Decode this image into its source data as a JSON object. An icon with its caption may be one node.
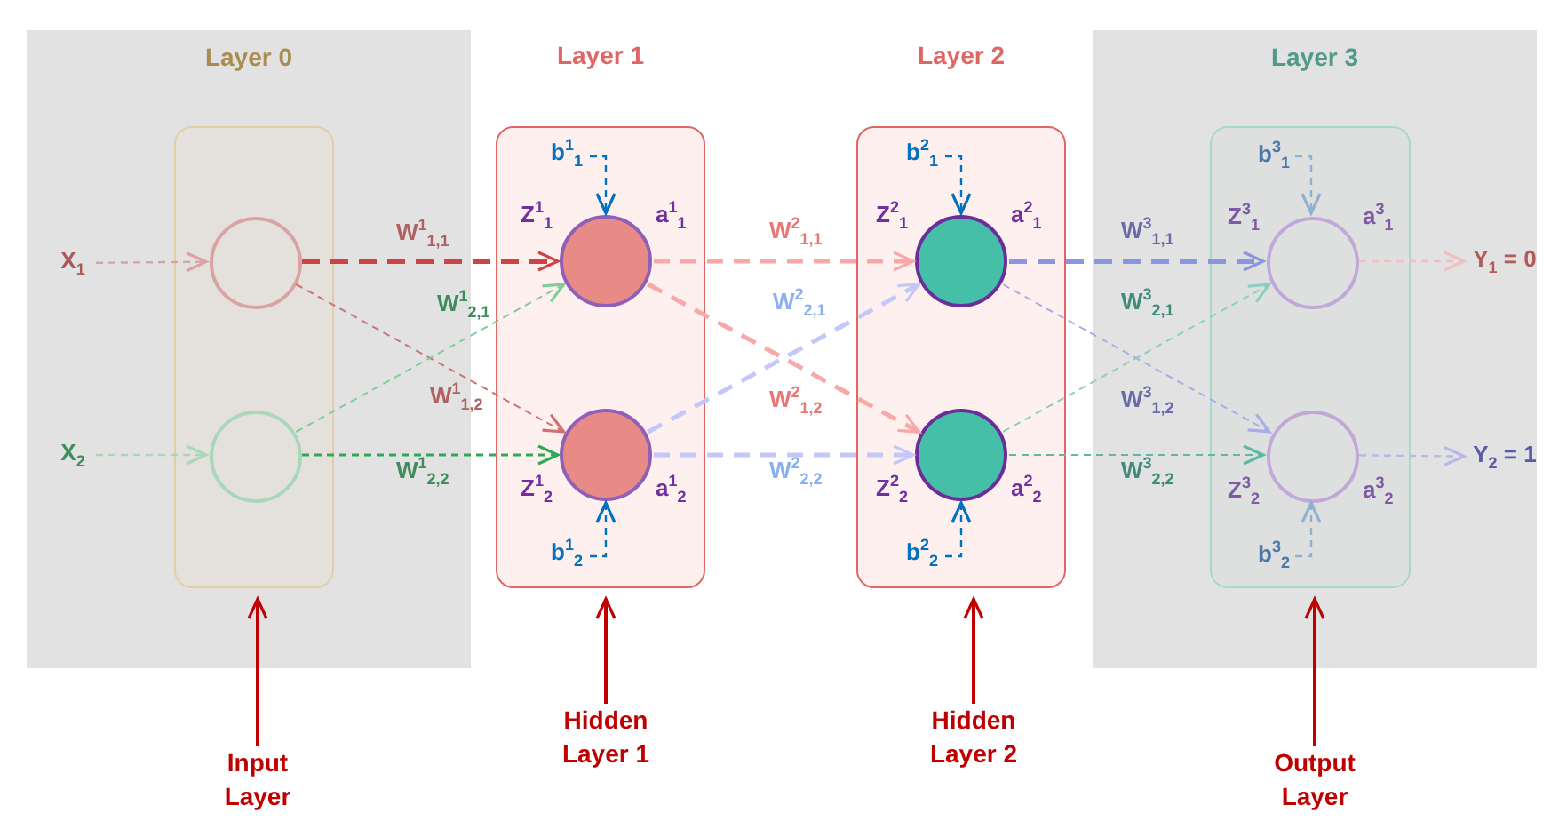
{
  "diagram": {
    "nodes": [
      {
        "text": [
          "Layer 0"
        ]
      },
      {
        "text": [],
        "shape": "box",
        "in": 0
      },
      {
        "text": [],
        "shape": "circle",
        "in": 1
      },
      {
        "text": [],
        "shape": "circle",
        "in": 1
      },
      {
        "text": [
          "Layer 1"
        ]
      },
      {
        "text": [],
        "shape": "circle",
        "in": 4,
        "beside": [
          "Z$^{1}$$_{1}$",
          "a$^{1}$$_{1}$"
        ]
      },
      {
        "text": [],
        "shape": "circle",
        "in": 4,
        "beside": [
          "Z$^{1}$$_{2}$",
          "a$^{1}$$_{2}$"
        ]
      },
      {
        "text": [
          "Layer 2"
        ]
      },
      {
        "text": [],
        "shape": "circle",
        "in": 7,
        "beside": [
          "Z$^{2}$$_{1}$",
          "a$^{2}$$_{1}$"
        ]
      },
      {
        "text": [],
        "shape": "circle",
        "in": 7,
        "beside": [
          "Z$^{2}$$_{2}$",
          "a$^{2}$$_{2}$"
        ]
      },
      {
        "text": [
          "Layer 3"
        ]
      },
      {
        "text": [],
        "shape": "box",
        "in": 10
      },
      {
        "text": [],
        "shape": "circle",
        "in": 11,
        "beside": [
          "Z$^{3}$$_{1}$",
          "a$^{3}$$_{1}$"
        ]
      },
      {
        "text": [],
        "shape": "circle",
        "in": 11,
        "beside": [
          "Z$^{3}$$_{2}$",
          "a$^{3}$$_{2}$"
        ]
      },
      {
        "text": [
          "X$_{1}$"
        ],
        "in": 0
      },
      {
        "text": [
          "X$_{2}$"
        ],
        "in": 0
      },
      {
        "text": [
          "Y$_{1}$ = 0"
        ],
        "in": 10
      },
      {
        "text": [
          "Y$_{2}$ = 1"
        ],
        "in": 10
      },
      {
        "text": [
          "b$^{1}$$_{1}$"
        ],
        "in": 4
      },
      {
        "text": [
          "b$^{1}$$_{2}$"
        ],
        "in": 4
      },
      {
        "text": [
          "b$^{2}$$_{1}$"
        ],
        "in": 7
      },
      {
        "text": [
          "b$^{2}$$_{2}$"
        ],
        "in": 7
      },
      {
        "text": [
          "b$^{3}$$_{1}$"
        ],
        "in": 11
      },
      {
        "text": [
          "b$^{3}$$_{2}$"
        ],
        "in": 11
      },
      {
        "text": [
          "Input Layer"
        ]
      },
      {
        "text": [
          "Hidden Layer 1"
        ]
      },
      {
        "text": [
          "Hidden Layer 2"
        ]
      },
      {
        "text": [
          "Output Layer"
        ]
      }
    ],
    "edges": [
      {
        "from": 14,
        "to": 2,
        "arrow": "to",
        "style": "dashed",
        "color": "#d9a3a3"
      },
      {
        "from": 15,
        "to": 3,
        "arrow": "to",
        "style": "dashed",
        "color": "#a8d8b8"
      },
      {
        "from": 2,
        "to": 5,
        "arrow": "to",
        "style": "dashed",
        "color": "#cc4444",
        "label": "W$^{1}$$_{1,1}$"
      },
      {
        "from": 2,
        "to": 6,
        "arrow": "to",
        "style": "dashed",
        "color": "#d07070",
        "label": "W$^{1}$$_{1,2}$"
      },
      {
        "from": 3,
        "to": 5,
        "arrow": "to",
        "style": "dashed",
        "color": "#7ccf98",
        "label": "W$^{1}$$_{2,1}$"
      },
      {
        "from": 3,
        "to": 6,
        "arrow": "to",
        "style": "dashed",
        "color": "#2eaa55",
        "label": "W$^{1}$$_{2,2}$"
      },
      {
        "from": 18,
        "to": 5,
        "arrow": "to",
        "style": "dashed",
        "color": "#0070c0"
      },
      {
        "from": 19,
        "to": 6,
        "arrow": "to",
        "style": "dashed",
        "color": "#0070c0"
      },
      {
        "from": 5,
        "to": 8,
        "arrow": "to",
        "style": "dashed",
        "color": "#f8a8a8",
        "label": "W$^{2}$$_{1,1}$"
      },
      {
        "from": 5,
        "to": 9,
        "arrow": "to",
        "style": "dashed",
        "color": "#f8a8a8",
        "label": "W$^{2}$$_{1,2}$"
      },
      {
        "from": 6,
        "to": 8,
        "arrow": "to",
        "style": "dashed",
        "color": "#c4c8f8",
        "label": "W$^{2}$$_{2,1}$"
      },
      {
        "from": 6,
        "to": 9,
        "arrow": "to",
        "style": "dashed",
        "color": "#c4c8f8",
        "label": "W$^{2}$$_{2,2}$"
      },
      {
        "from": 20,
        "to": 8,
        "arrow": "to",
        "style": "dashed",
        "color": "#0070c0"
      },
      {
        "from": 21,
        "to": 9,
        "arrow": "to",
        "style": "dashed",
        "color": "#0070c0"
      },
      {
        "from": 8,
        "to": 12,
        "arrow": "to",
        "style": "dashed",
        "color": "#8a96e0",
        "label": "W$^{3}$$_{1,1}$"
      },
      {
        "from": 8,
        "to": 13,
        "arrow": "to",
        "style": "dashed",
        "color": "#a8ace8",
        "label": "W$^{3}$$_{1,2}$"
      },
      {
        "from": 9,
        "to": 12,
        "arrow": "to",
        "style": "dashed",
        "color": "#8ccfc0",
        "label": "W$^{3}$$_{2,1}$"
      },
      {
        "from": 9,
        "to": 13,
        "arrow": "to",
        "style": "dashed",
        "color": "#5fb8a5",
        "label": "W$^{3}$$_{2,2}$"
      },
      {
        "from": 22,
        "to": 12,
        "arrow": "to",
        "style": "dashed",
        "color": "#90b0d0"
      },
      {
        "from": 23,
        "to": 13,
        "arrow": "to",
        "style": "dashed",
        "color": "#90b0d0"
      },
      {
        "from": 12,
        "to": 16,
        "arrow": "to",
        "style": "dashed",
        "color": "#f0c0c0"
      },
      {
        "from": 13,
        "to": 17,
        "arrow": "to",
        "style": "dashed",
        "color": "#b8b8e8"
      },
      {
        "from": 24,
        "to": 1,
        "arrow": "to",
        "color": "#c00000"
      },
      {
        "from": 25,
        "to": 4,
        "arrow": "to",
        "color": "#c00000"
      },
      {
        "from": 26,
        "to": 7,
        "arrow": "to",
        "color": "#c00000"
      },
      {
        "from": 27,
        "to": 11,
        "arrow": "to",
        "color": "#c00000"
      }
    ]
  }
}
